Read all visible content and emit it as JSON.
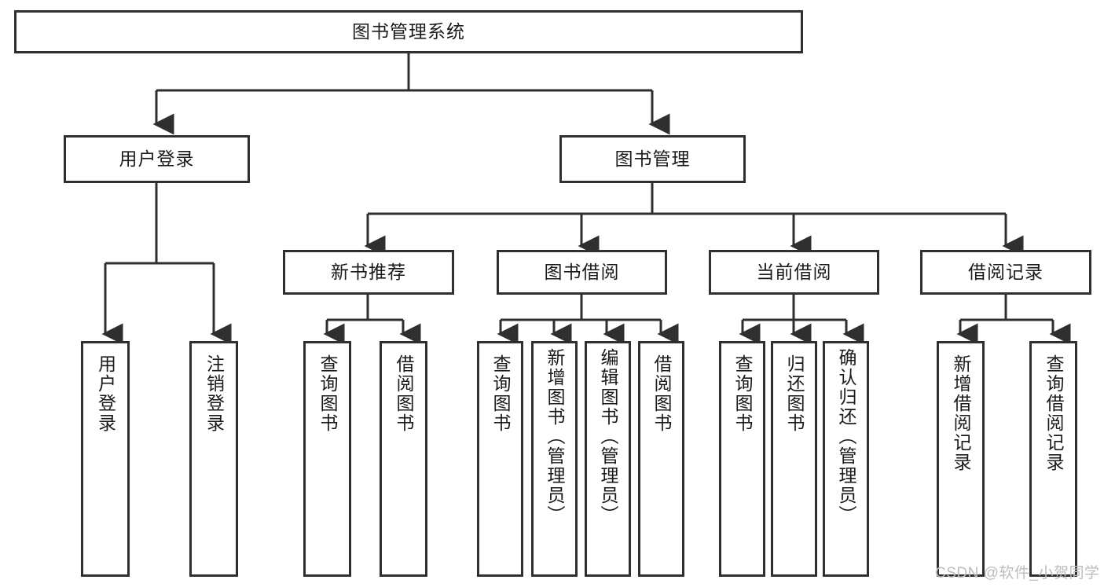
{
  "diagram": {
    "title": "图书管理系统",
    "type": "tree-hierarchy",
    "root": {
      "label": "图书管理系统"
    },
    "level1": [
      {
        "label": "用户登录"
      },
      {
        "label": "图书管理"
      }
    ],
    "level2": [
      {
        "label": "新书推荐"
      },
      {
        "label": "图书借阅"
      },
      {
        "label": "当前借阅"
      },
      {
        "label": "借阅记录"
      }
    ],
    "leaves": {
      "user_login": [
        {
          "label": "用户登录"
        },
        {
          "label": "注销登录"
        }
      ],
      "new_book_recommend": [
        {
          "label": "查询图书"
        },
        {
          "label": "借阅图书"
        }
      ],
      "book_borrow": [
        {
          "label": "查询图书"
        },
        {
          "label": "新增图书（管理员）"
        },
        {
          "label": "编辑图书（管理员）"
        },
        {
          "label": "借阅图书"
        }
      ],
      "current_borrow": [
        {
          "label": "查询图书"
        },
        {
          "label": "归还图书"
        },
        {
          "label": "确认归还（管理员）"
        }
      ],
      "borrow_record": [
        {
          "label": "新增借阅记录"
        },
        {
          "label": "查询借阅记录"
        }
      ]
    }
  },
  "watermark": {
    "text": "CSDN @软件_小贺同学"
  },
  "colors": {
    "stroke": "#2f2f2f",
    "fill": "#ffffff",
    "text": "#1a1a1a",
    "watermark": "#bdbdbd"
  }
}
